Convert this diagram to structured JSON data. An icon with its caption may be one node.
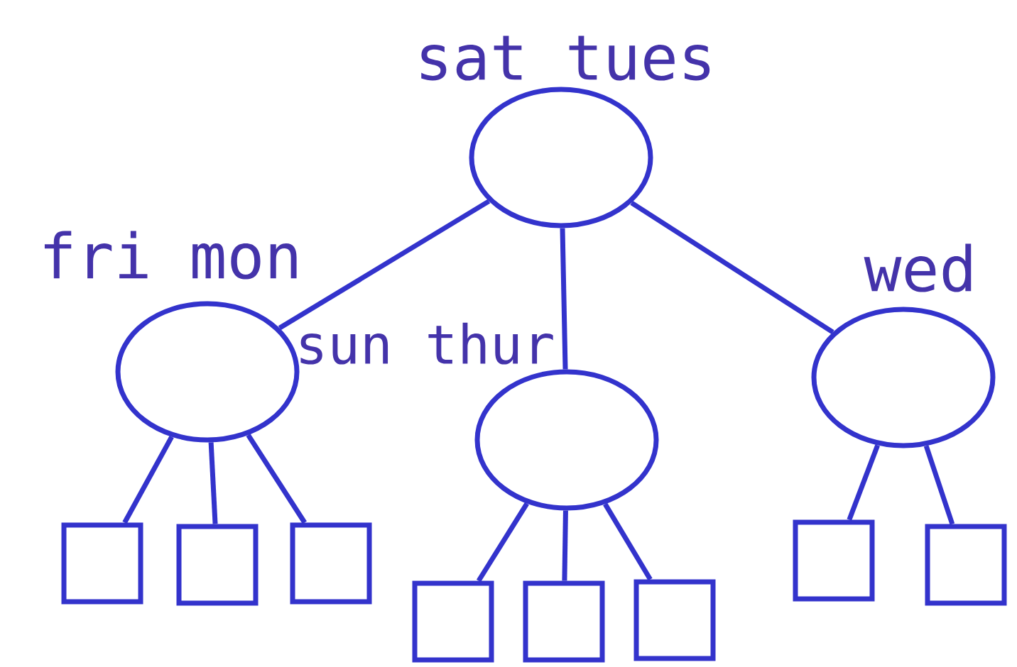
{
  "diagram": {
    "nodes": [
      {
        "text": [
          "sat tues"
        ]
      },
      {
        "text": [
          "fri mon"
        ]
      },
      {
        "text": [
          "sun thur"
        ]
      },
      {
        "text": [
          "wed"
        ]
      },
      {
        "text": [],
        "shape": "box"
      },
      {
        "text": [],
        "shape": "box"
      },
      {
        "text": [],
        "shape": "box"
      },
      {
        "text": [],
        "shape": "box"
      },
      {
        "text": [],
        "shape": "box"
      },
      {
        "text": [],
        "shape": "box"
      },
      {
        "text": [],
        "shape": "box"
      },
      {
        "text": [],
        "shape": "box"
      }
    ],
    "edges": [
      {
        "from": 0,
        "to": 1,
        "arrow": "none"
      },
      {
        "from": 0,
        "to": 2,
        "arrow": "none"
      },
      {
        "from": 0,
        "to": 3,
        "arrow": "none"
      },
      {
        "from": 1,
        "to": 4,
        "arrow": "none"
      },
      {
        "from": 1,
        "to": 5,
        "arrow": "none"
      },
      {
        "from": 1,
        "to": 6,
        "arrow": "none"
      },
      {
        "from": 2,
        "to": 7,
        "arrow": "none"
      },
      {
        "from": 2,
        "to": 8,
        "arrow": "none"
      },
      {
        "from": 2,
        "to": 9,
        "arrow": "none"
      },
      {
        "from": 3,
        "to": 10,
        "arrow": "none"
      },
      {
        "from": 3,
        "to": 11,
        "arrow": "none"
      }
    ]
  }
}
